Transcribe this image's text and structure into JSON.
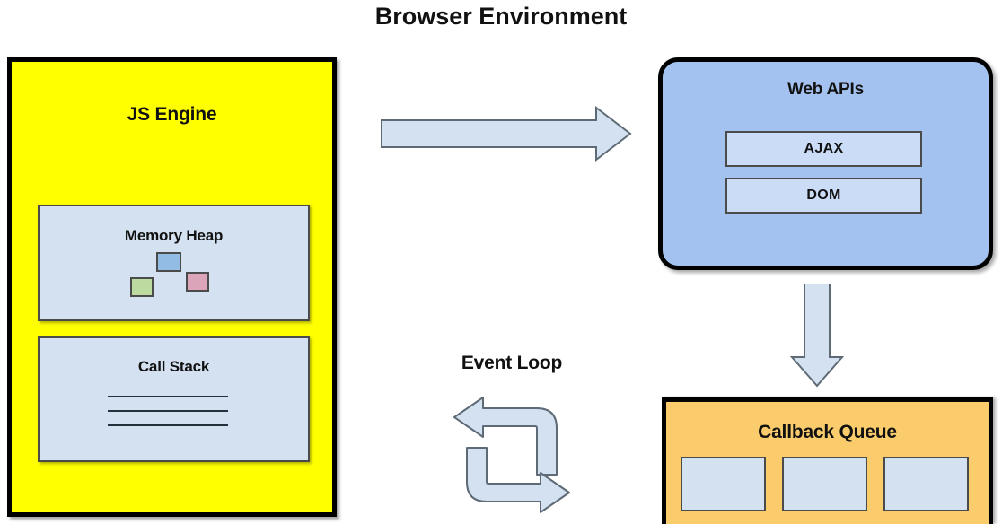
{
  "diagram": {
    "title": "Browser Environment",
    "type": "architecture-diagram"
  },
  "js_engine": {
    "label": "JS Engine",
    "fill_color": "#FFFF00",
    "border_color": "#000000",
    "memory_heap": {
      "label": "Memory Heap",
      "fill_color": "#D3E1F0",
      "objects": [
        {
          "name": "heap-object-blue",
          "color": "#92BCE3"
        },
        {
          "name": "heap-object-green",
          "color": "#BDDBA0"
        },
        {
          "name": "heap-object-pink",
          "color": "#DBA4B8"
        }
      ]
    },
    "call_stack": {
      "label": "Call Stack",
      "fill_color": "#D3E1F0",
      "frame_count": 3
    }
  },
  "web_apis": {
    "label": "Web APIs",
    "fill_color": "#A3C2EF",
    "items": [
      {
        "label": "AJAX"
      },
      {
        "label": "DOM"
      }
    ]
  },
  "callback_queue": {
    "label": "Callback Queue",
    "fill_color": "#FACC6B",
    "slot_count": 3,
    "slot_fill_color": "#D3E1F0"
  },
  "event_loop": {
    "label": "Event Loop",
    "arrow_color": "#D3E1F0"
  },
  "arrows": [
    {
      "name": "js-engine-to-web-apis",
      "direction": "right",
      "color": "#D3E1F0"
    },
    {
      "name": "web-apis-to-callback-queue",
      "direction": "down",
      "color": "#D3E1F0"
    }
  ]
}
